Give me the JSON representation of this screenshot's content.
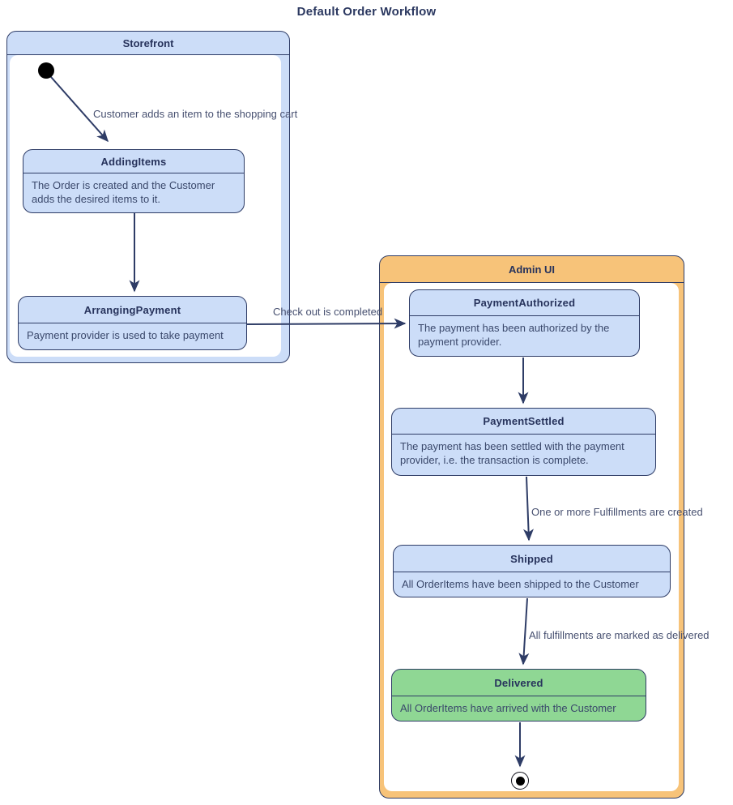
{
  "title": "Default Order Workflow",
  "colors": {
    "state_fill_blue": "#ccddf8",
    "state_fill_green": "#8fd794",
    "storefront_header_fill": "#ccddf8",
    "admin_header_fill": "#f7c379",
    "border_and_arrow": "#2e3c66",
    "state_name_text": "#27335c",
    "description_text": "#3a486b",
    "transition_label_text": "#475070",
    "initial_final_marker": "#000000"
  },
  "containers": {
    "storefront": {
      "label": "Storefront"
    },
    "admin_ui": {
      "label": "Admin UI"
    }
  },
  "states": {
    "adding_items": {
      "name": "AddingItems",
      "description": "The Order is created and the Customer adds the desired items to it."
    },
    "arranging_payment": {
      "name": "ArrangingPayment",
      "description": "Payment provider is used to take payment"
    },
    "payment_authorized": {
      "name": "PaymentAuthorized",
      "description": "The payment has been authorized by the payment provider."
    },
    "payment_settled": {
      "name": "PaymentSettled",
      "description": "The payment has been settled with the payment provider, i.e. the transaction is complete."
    },
    "shipped": {
      "name": "Shipped",
      "description": "All OrderItems have been shipped to the Customer"
    },
    "delivered": {
      "name": "Delivered",
      "description": "All OrderItems have arrived with the Customer"
    }
  },
  "transitions": {
    "start_to_adding": {
      "label": "Customer adds an item to the shopping cart"
    },
    "arranging_to_authorized": {
      "label": "Check out is completed"
    },
    "settled_to_shipped": {
      "label": "One or more Fulfillments are created"
    },
    "shipped_to_delivered": {
      "label": "All fulfillments are marked as delivered"
    }
  }
}
